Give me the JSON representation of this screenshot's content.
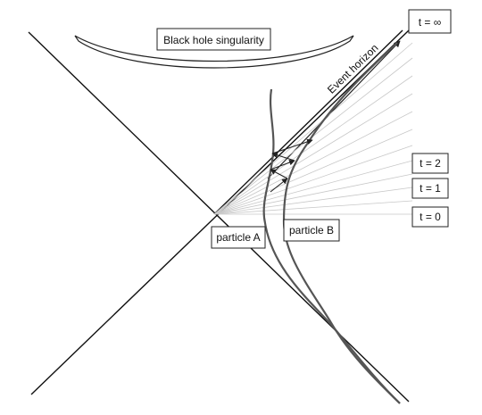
{
  "labels": {
    "singularity": "Black hole singularity",
    "event_horizon": "Event horizon",
    "t_infinity": "t = ∞",
    "t2": "t = 2",
    "t1": "t = 1",
    "t0": "t = 0",
    "particle_a": "particle A",
    "particle_b": "particle B"
  },
  "colors": {
    "ink": "#111111",
    "worldline": "#555555",
    "time_slice": "#c8c8c8"
  }
}
